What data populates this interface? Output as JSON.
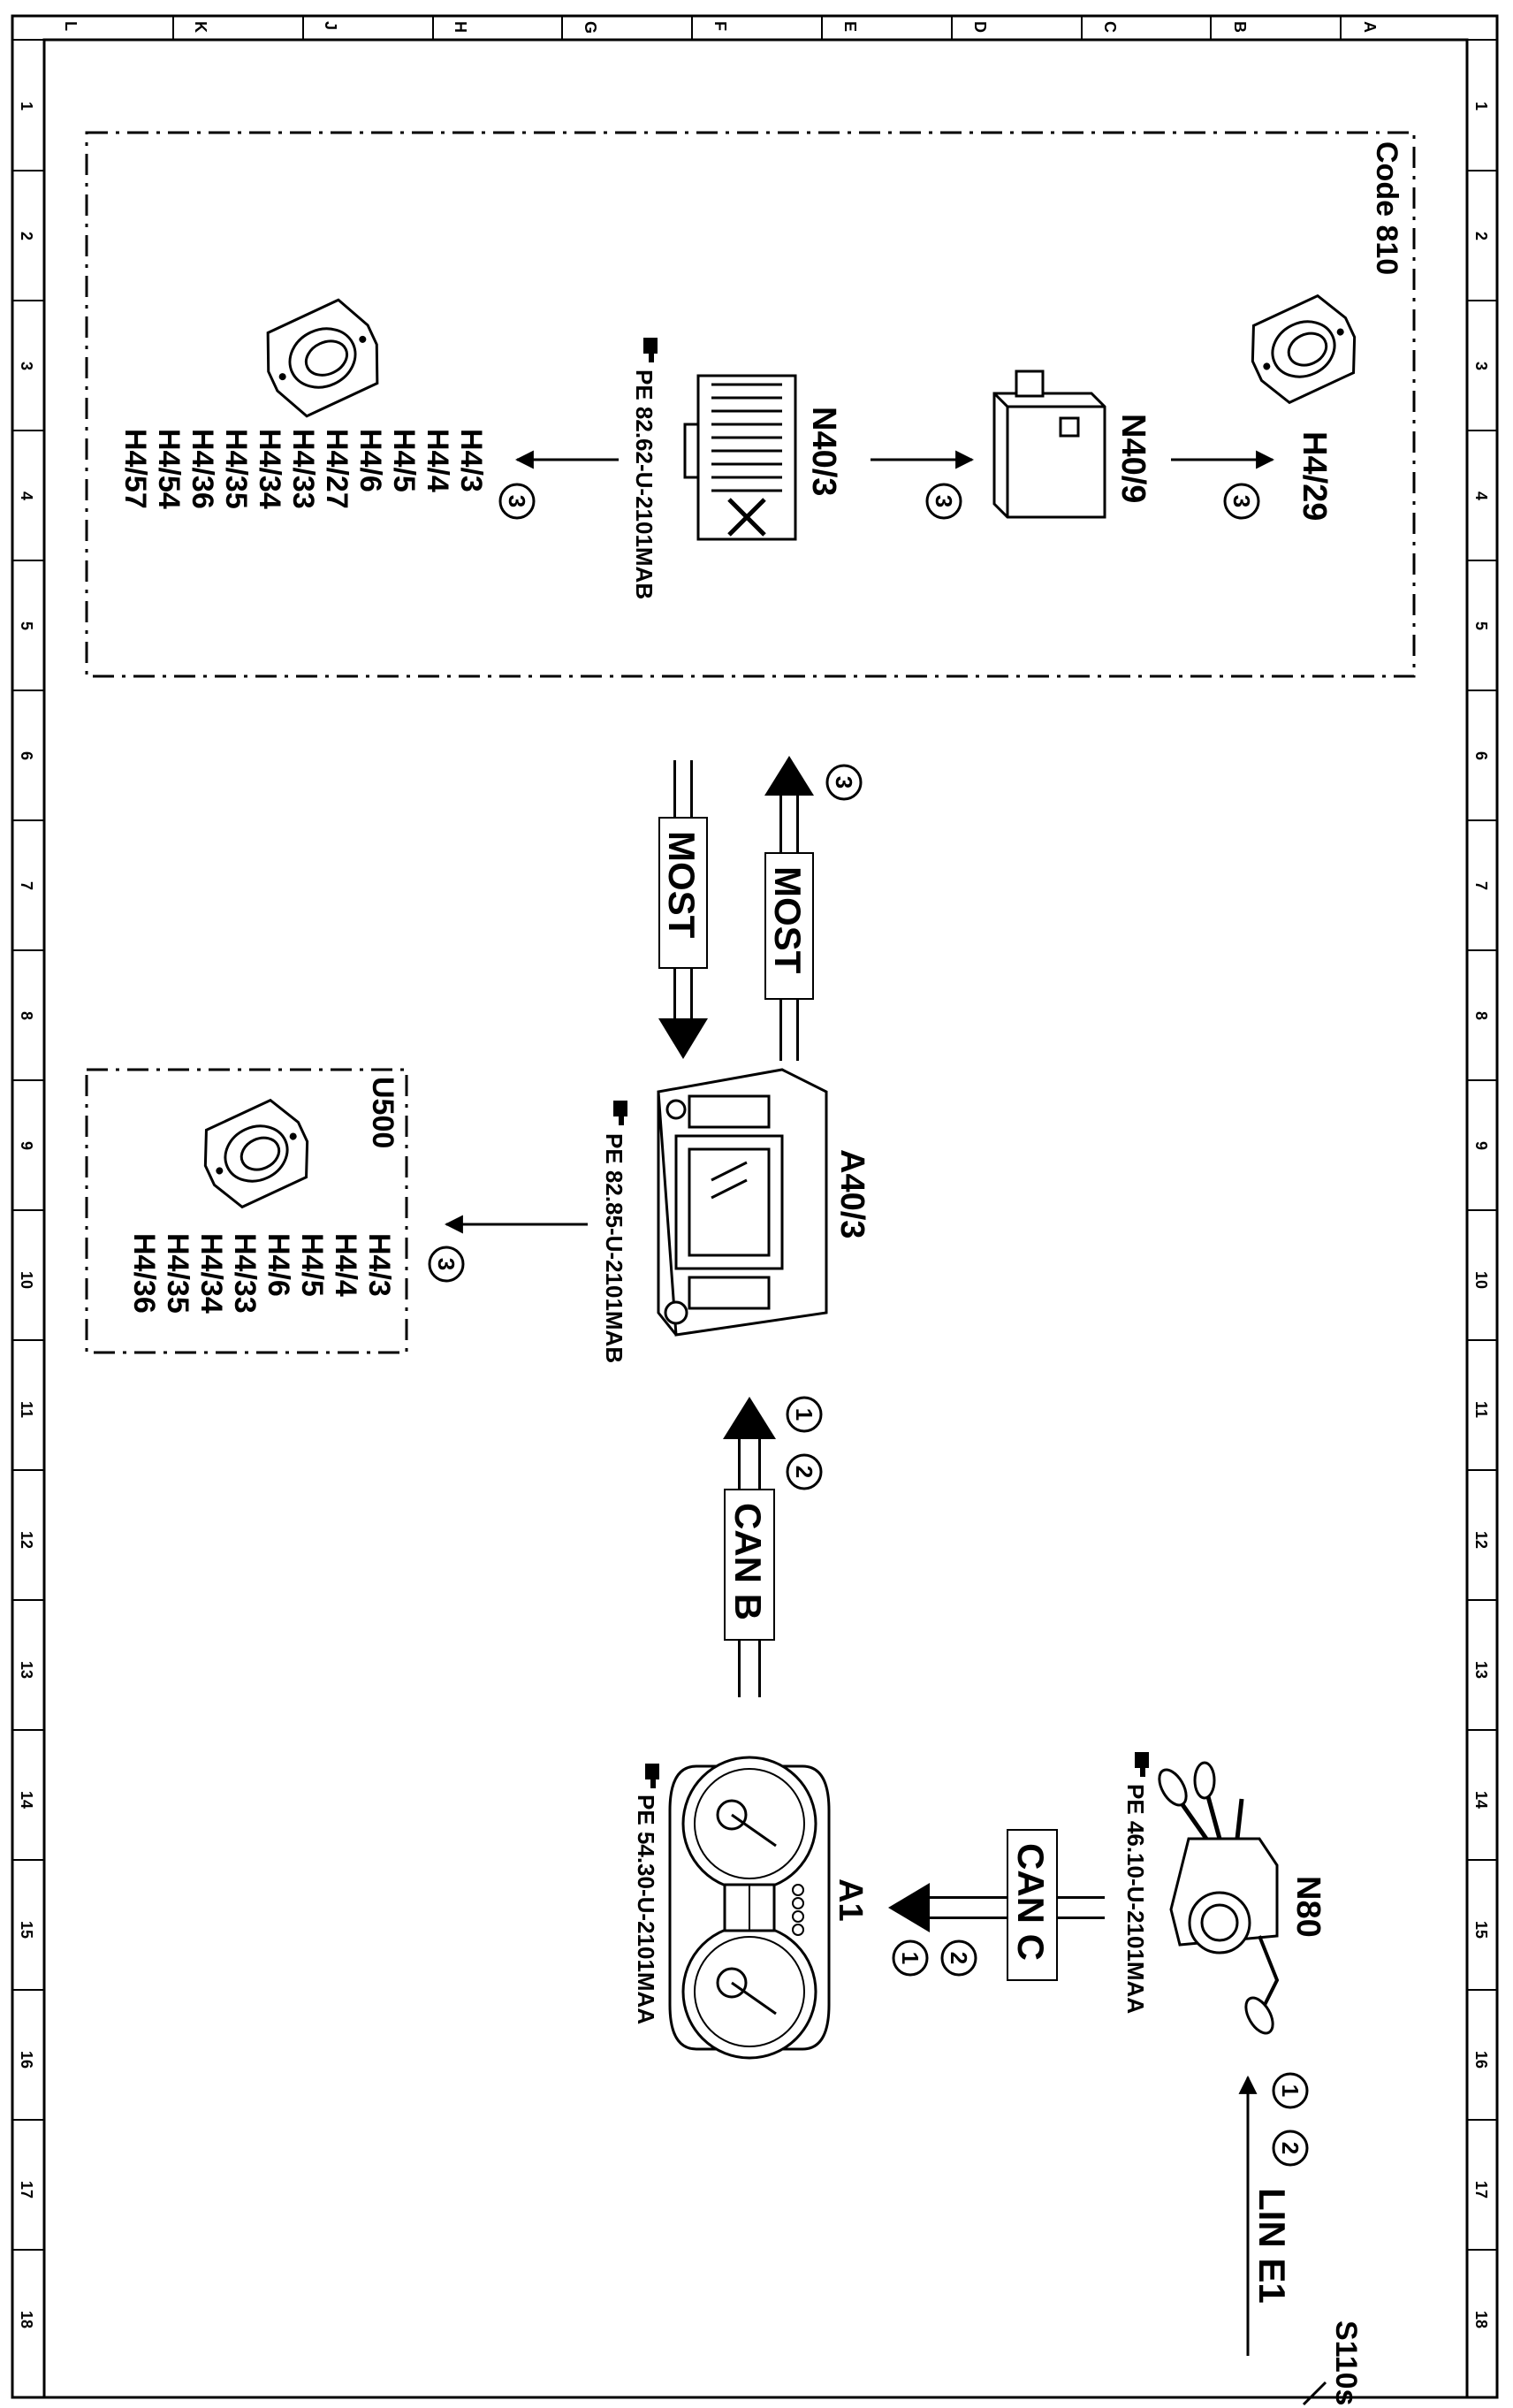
{
  "frame": {
    "column_letters": [
      "L",
      "K",
      "J",
      "H",
      "G",
      "F",
      "E",
      "D",
      "C",
      "B",
      "A"
    ],
    "row_numbers": [
      "1",
      "2",
      "3",
      "4",
      "5",
      "6",
      "7",
      "8",
      "9",
      "10",
      "11",
      "12",
      "13",
      "14",
      "15",
      "16",
      "17",
      "18"
    ]
  },
  "code_box": {
    "label": "Code 810",
    "components": {
      "h4_29": "H4/29",
      "n40_9": "N40/9",
      "n40_3": "N40/3",
      "n40_3_ref": "PE 82.62-U-2101MAB"
    },
    "speaker_list": [
      "H4/3",
      "H4/4",
      "H4/5",
      "H4/6",
      "H4/27",
      "H4/33",
      "H4/34",
      "H4/35",
      "H4/36",
      "H4/54",
      "H4/57"
    ]
  },
  "u500_box": {
    "label": "U500",
    "speaker_list": [
      "H4/3",
      "H4/4",
      "H4/5",
      "H4/6",
      "H4/33",
      "H4/34",
      "H4/35",
      "H4/36"
    ]
  },
  "components": {
    "a40_3": "A40/3",
    "a40_3_ref": "PE 82.85-U-2101MAB",
    "n80": "N80",
    "n80_ref": "PE 46.10-U-2101MAA",
    "a1": "A1",
    "a1_ref": "PE 54.30-U-2101MAA",
    "s110s": "S110s"
  },
  "buses": {
    "most_up": "MOST",
    "most_down": "MOST",
    "can_b": "CAN B",
    "can_c": "CAN C",
    "lin_e1": "LIN E1"
  },
  "markers": {
    "one": "1",
    "two": "2",
    "three": "3"
  },
  "icons": [
    "speaker-icon",
    "amplifier-icon",
    "control-module-icon",
    "head-unit-icon",
    "instrument-cluster-icon",
    "steering-column-switch-icon",
    "reference-hand-icon"
  ]
}
